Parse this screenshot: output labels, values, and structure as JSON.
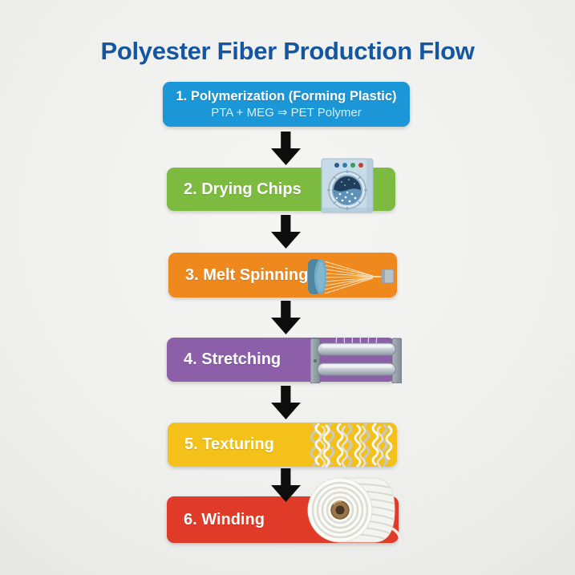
{
  "title": "Polyester Fiber Production Flow",
  "colors": {
    "background": "#efefed",
    "title_text": "#1457a0",
    "arrow": "#0d0d0d",
    "step_polymerization": "#1b96d6",
    "step_drying": "#7dbb40",
    "step_melt_spinning": "#f0891d",
    "step_stretching": "#8c5fa8",
    "step_texturing": "#f3c11a",
    "step_winding": "#e03a28"
  },
  "steps": [
    {
      "label": "1. Polymerization (Forming Plastic)",
      "sublabel": "PTA + MEG ⇒ PET Polymer",
      "color": "#1b96d6",
      "icon": "none"
    },
    {
      "label": "2. Drying Chips",
      "color": "#7dbb40",
      "icon": "dryer-machine-icon"
    },
    {
      "label": "3. Melt Spinning",
      "color": "#f0891d",
      "icon": "spinneret-icon"
    },
    {
      "label": "4. Stretching",
      "color": "#8c5fa8",
      "icon": "stretching-rollers-icon"
    },
    {
      "label": "5. Texturing",
      "color": "#f3c11a",
      "icon": "crimped-fibers-icon"
    },
    {
      "label": "6. Winding",
      "color": "#e03a28",
      "icon": "yarn-spool-icon"
    }
  ]
}
